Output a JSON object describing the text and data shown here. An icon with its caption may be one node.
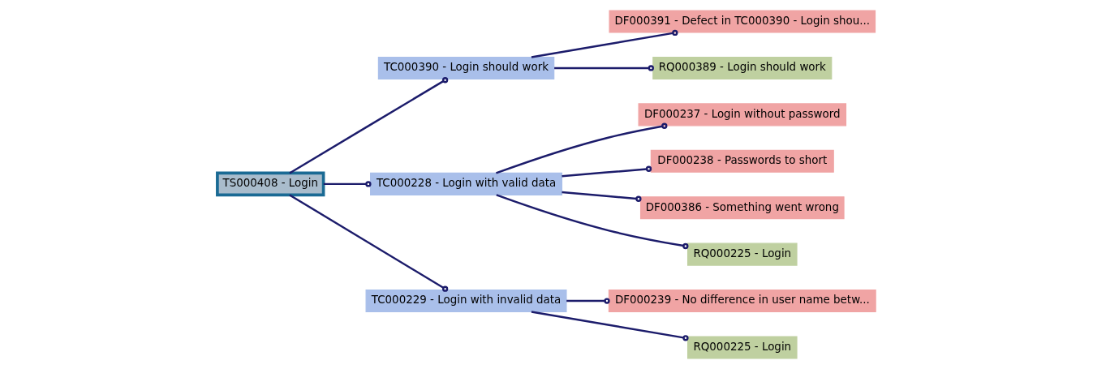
{
  "diagram": {
    "nodes": [
      {
        "text": [
          "TS000408 - Login"
        ]
      },
      {
        "text": [
          "TC000390 - Login should work"
        ]
      },
      {
        "text": [
          "DF000391 - Defect in TC000390 - Login shou..."
        ]
      },
      {
        "text": [
          "RQ000389 - Login should work"
        ]
      },
      {
        "text": [
          "TC000228 - Login with valid data"
        ]
      },
      {
        "text": [
          "DF000237 - Login without password"
        ]
      },
      {
        "text": [
          "DF000238 - Passwords to short"
        ]
      },
      {
        "text": [
          "DF000386 - Something went wrong"
        ]
      },
      {
        "text": [
          "RQ000225 - Login"
        ]
      },
      {
        "text": [
          "TC000229 - Login with invalid data"
        ]
      },
      {
        "text": [
          "DF000239 - No difference in user name betw..."
        ]
      },
      {
        "text": [
          "RQ000225 - Login"
        ]
      }
    ],
    "edges": [
      {
        "from": 0,
        "to": 1,
        "arrow": "other"
      },
      {
        "from": 1,
        "to": 2,
        "arrow": "other"
      },
      {
        "from": 1,
        "to": 3,
        "arrow": "other"
      },
      {
        "from": 0,
        "to": 4,
        "arrow": "other"
      },
      {
        "from": 4,
        "to": 5,
        "arrow": "other"
      },
      {
        "from": 4,
        "to": 6,
        "arrow": "other"
      },
      {
        "from": 4,
        "to": 7,
        "arrow": "other"
      },
      {
        "from": 4,
        "to": 8,
        "arrow": "other"
      },
      {
        "from": 0,
        "to": 9,
        "arrow": "other"
      },
      {
        "from": 9,
        "to": 10,
        "arrow": "other"
      },
      {
        "from": 9,
        "to": 11,
        "arrow": "other"
      }
    ]
  }
}
